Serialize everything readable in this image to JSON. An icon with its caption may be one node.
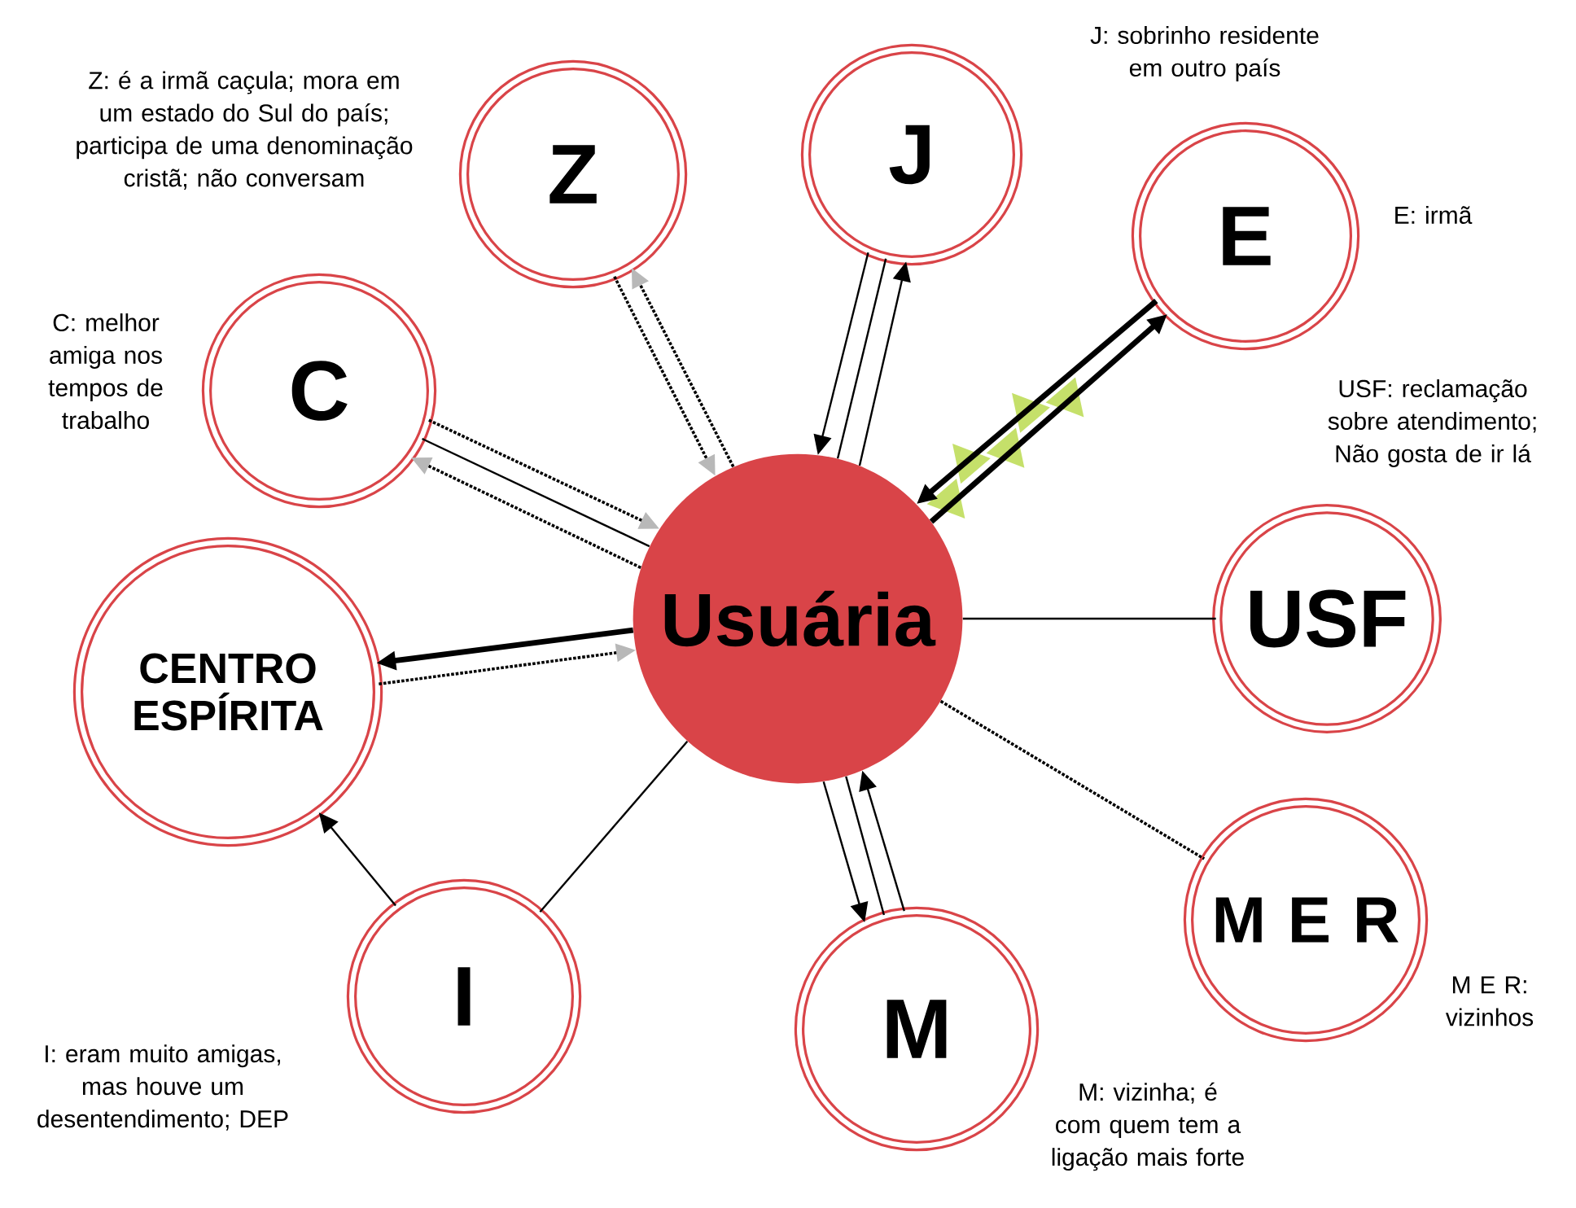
{
  "diagram": {
    "nodes": [
      {
        "text": [
          "Usuária"
        ]
      },
      {
        "text": [
          "Z"
        ],
        "beside": [
          "Z: é a irmã caçula; mora em um estado do Sul do país; participa de uma denominação cristã; não conversam"
        ]
      },
      {
        "text": [
          "J"
        ],
        "beside": [
          "J: sobrinho residente em outro país"
        ]
      },
      {
        "text": [
          "E"
        ],
        "beside": [
          "E: irmã"
        ]
      },
      {
        "text": [
          "C"
        ],
        "beside": [
          "C: melhor amiga nos tempos de trabalho"
        ]
      },
      {
        "text": [
          "CENTRO ESPÍRITA"
        ]
      },
      {
        "text": [
          "USF"
        ],
        "beside": [
          "USF: reclamação sobre atendimento; Não gosta de ir lá"
        ]
      },
      {
        "text": [
          "I"
        ],
        "beside": [
          "I: eram muito amigas, mas houve um desentendimento; DEP"
        ]
      },
      {
        "text": [
          "M"
        ],
        "beside": [
          "M: vizinha; é com quem tem a ligação mais forte"
        ]
      },
      {
        "text": [
          "M E R"
        ],
        "beside": [
          "M E R: vizinhos"
        ]
      }
    ],
    "edges": [
      {
        "from": 0,
        "to": 1,
        "arrow": "to",
        "style": "dashed"
      },
      {
        "from": 1,
        "to": 0,
        "arrow": "to",
        "style": "dashed"
      },
      {
        "from": 0,
        "to": 2,
        "arrow": "to"
      },
      {
        "from": 0,
        "to": 2,
        "arrow": "none"
      },
      {
        "from": 2,
        "to": 0,
        "arrow": "to"
      },
      {
        "from": 0,
        "to": 3,
        "arrow": "to",
        "style": "thick"
      },
      {
        "from": 3,
        "to": 0,
        "arrow": "to",
        "style": "thick"
      },
      {
        "from": 4,
        "to": 0,
        "arrow": "to",
        "style": "dashed"
      },
      {
        "from": 4,
        "to": 0,
        "arrow": "none"
      },
      {
        "from": 0,
        "to": 4,
        "arrow": "to",
        "style": "dashed"
      },
      {
        "from": 0,
        "to": 5,
        "arrow": "to",
        "style": "thick"
      },
      {
        "from": 5,
        "to": 0,
        "arrow": "to",
        "style": "dashed"
      },
      {
        "from": 0,
        "to": 6,
        "arrow": "none"
      },
      {
        "from": 7,
        "to": 5,
        "arrow": "to"
      },
      {
        "from": 7,
        "to": 0,
        "arrow": "none"
      },
      {
        "from": 0,
        "to": 8,
        "arrow": "to"
      },
      {
        "from": 0,
        "to": 8,
        "arrow": "none"
      },
      {
        "from": 8,
        "to": 0,
        "arrow": "to"
      },
      {
        "from": 0,
        "to": 9,
        "arrow": "none",
        "style": "dashed"
      }
    ]
  }
}
